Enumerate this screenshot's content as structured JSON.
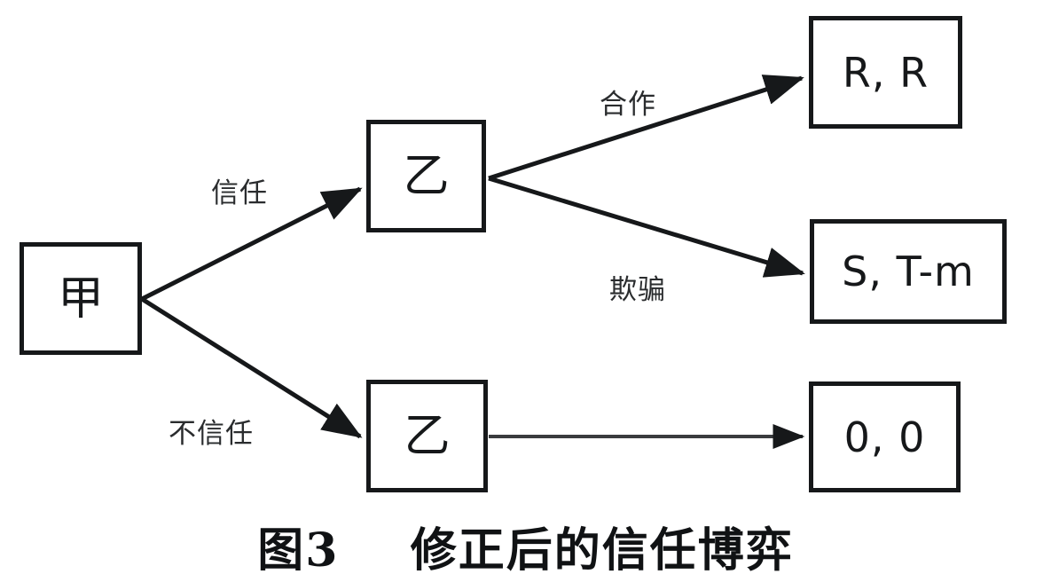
{
  "figure": {
    "caption_number": "图3",
    "caption_gap": "    ",
    "caption_title": "修正后的信任博弈",
    "caption_full": "图3    修正后的信任博弈",
    "background_color": "#ffffff",
    "stroke_color": "#16181a"
  },
  "nodes": {
    "root_player": {
      "label": "甲",
      "role": "player-a-decision-node"
    },
    "trust_player": {
      "label": "乙",
      "role": "player-b-decision-node-trust-branch"
    },
    "distrust_player": {
      "label": "乙",
      "role": "player-b-decision-node-distrust-branch"
    },
    "payoff_cooperate": {
      "label": "R, R",
      "role": "payoff-outcome"
    },
    "payoff_deceive": {
      "label": "S, T-m",
      "role": "payoff-outcome"
    },
    "payoff_distrust": {
      "label": "0, 0",
      "role": "payoff-outcome"
    }
  },
  "edges": {
    "trust": {
      "label": "信任",
      "from": "root_player",
      "to": "trust_player"
    },
    "distrust": {
      "label": "不信任",
      "from": "root_player",
      "to": "distrust_player"
    },
    "cooperate": {
      "label": "合作",
      "from": "trust_player",
      "to": "payoff_cooperate"
    },
    "deceive": {
      "label": "欺骗",
      "from": "trust_player",
      "to": "payoff_deceive"
    },
    "terminal": {
      "label": "",
      "from": "distrust_player",
      "to": "payoff_distrust"
    }
  }
}
